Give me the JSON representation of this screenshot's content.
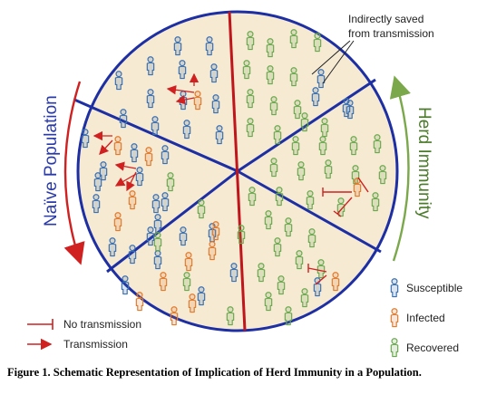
{
  "labels": {
    "naive": "Naïve Population",
    "herd": "Herd Immunity",
    "annotation_line1": "Indirectly saved",
    "annotation_line2": "from transmission"
  },
  "legend": {
    "susceptible": "Susceptible",
    "infected": "Infected",
    "recovered": "Recovered",
    "no_transmission": "No transmission",
    "transmission": "Transmission"
  },
  "caption": "Figure 1. Schematic Representation of Implication of Herd Immunity in a Population.",
  "colors": {
    "susceptible": "#3a6fb0",
    "infected": "#e07a2e",
    "recovered": "#6aa84f",
    "divider_blue": "#1d2fa3",
    "divider_red": "#c0161b",
    "fill": "#f6ead3",
    "naive_arrow": "#d02020",
    "herd_arrow": "#7aa84a",
    "naive_text": "#2a3aa8",
    "herd_text": "#4b7a2a"
  },
  "icons": [
    "S",
    "S",
    "S",
    "S",
    "S",
    "S",
    "S",
    "S",
    "S",
    "S",
    "S",
    "S",
    "S",
    "S",
    "I",
    "R",
    "R",
    "R",
    "R",
    "R",
    "R",
    "R",
    "R",
    "R",
    "R",
    "R",
    "R",
    "R",
    "R",
    "S",
    "S",
    "S",
    "S",
    "R",
    "R",
    "R",
    "R",
    "R",
    "R",
    "R",
    "R",
    "R",
    "R",
    "R",
    "R",
    "R",
    "I",
    "R",
    "R",
    "R",
    "R",
    "R",
    "R",
    "R",
    "R",
    "R",
    "R",
    "R",
    "R",
    "S",
    "I",
    "S",
    "S",
    "S",
    "S",
    "S",
    "S",
    "S",
    "S",
    "I",
    "I",
    "I",
    "I",
    "I",
    "I",
    "I",
    "R",
    "R",
    "R",
    "R",
    "R",
    "S",
    "S",
    "S",
    "S",
    "S",
    "S",
    "S",
    "S",
    "I",
    "I",
    "I",
    "I",
    "R",
    "S",
    "S"
  ]
}
